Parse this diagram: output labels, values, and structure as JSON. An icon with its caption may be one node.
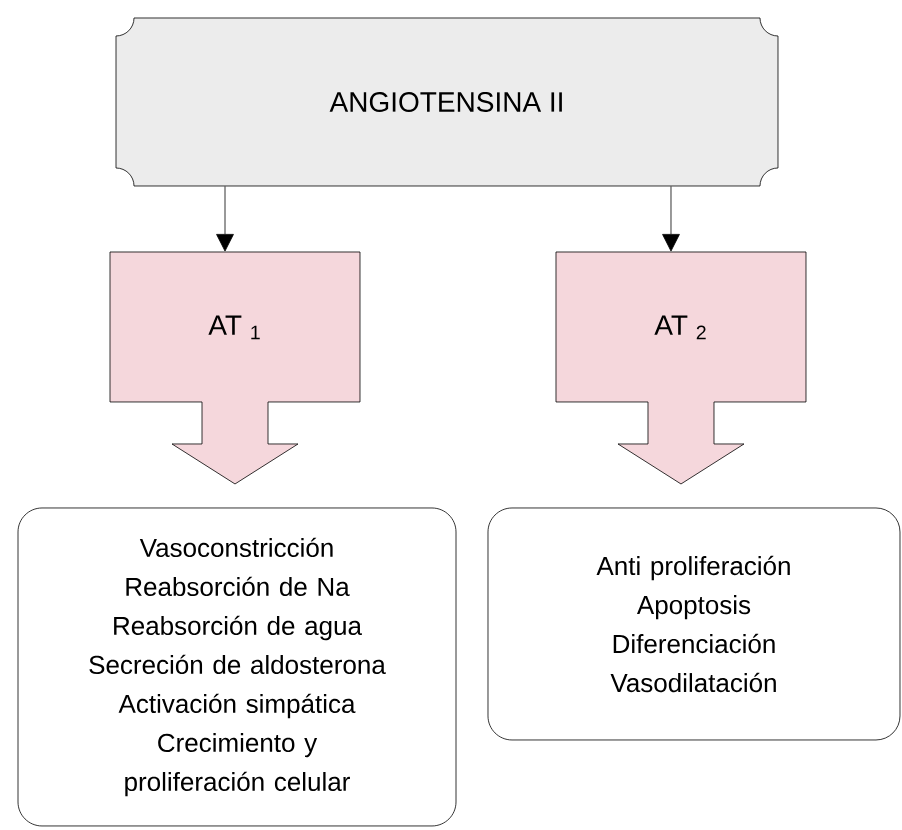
{
  "diagram": {
    "nodes": [
      {
        "text": [
          "ANGIOTENSINA II"
        ]
      },
      {
        "text": [
          "AT $_{1}$"
        ]
      },
      {
        "text": [
          "AT $_{2}$"
        ]
      },
      {
        "text": [
          "Vasoconstricción",
          "Reabsorción de Na",
          "Reabsorción de agua",
          "Secreción de aldosterona",
          "Activación simpática",
          "Crecimiento y proliferación celular"
        ]
      },
      {
        "text": [
          "Anti proliferación",
          "Apoptosis",
          "Diferenciación",
          "Vasodilatación"
        ]
      }
    ],
    "edges": [
      {
        "from": 0,
        "to": 1,
        "arrow": "to"
      },
      {
        "from": 0,
        "to": 2,
        "arrow": "to"
      }
    ]
  }
}
